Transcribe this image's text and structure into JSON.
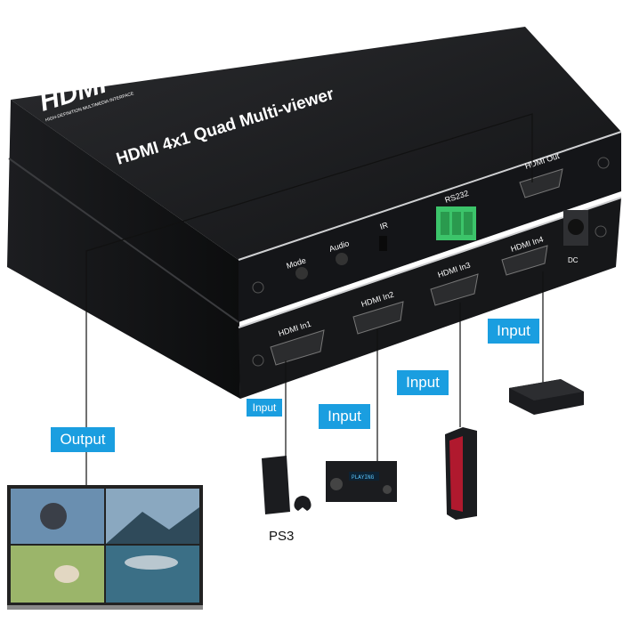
{
  "product": {
    "logo_text": "HDMI",
    "logo_subtext": "HIGH-DEFINITION MULTIMEDIA INTERFACE",
    "title": "HDMI 4x1 Quad Multi-viewer"
  },
  "panel_labels": {
    "hdmi_out": "HDMI Out",
    "rs232": "RS232",
    "ir": "IR",
    "audio": "Audio",
    "mode": "Mode",
    "hdmi_in1": "HDMI In1",
    "hdmi_in2": "HDMI In2",
    "hdmi_in3": "HDMI In3",
    "hdmi_in4": "HDMI In4",
    "dc": "DC"
  },
  "callouts": {
    "output": "Output",
    "input_1": "Input",
    "input_2": "Input",
    "input_3": "Input",
    "input_4": "Input"
  },
  "devices": {
    "ps3_label": "PS3",
    "receiver_display": "PLAYING"
  },
  "colors": {
    "callout": "#1a9ee0",
    "device_body": "#1b1c1f",
    "terminal_block": "#3cc46a"
  }
}
